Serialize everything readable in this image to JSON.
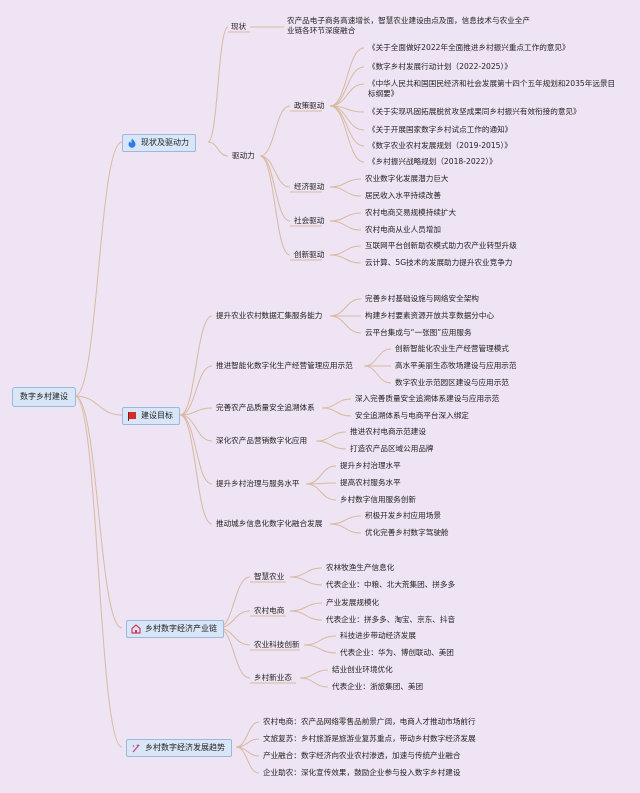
{
  "root": "数字乡村建设",
  "branches": [
    {
      "label": "现状及驱动力",
      "icon": "flame-icon",
      "children": [
        {
          "label": "现状",
          "children": [
            {
              "label": "农产品电子商务高速增长，智慧农业建设由点及面，信息技术与农业全产业链各环节深度融合"
            }
          ]
        },
        {
          "label": "驱动力",
          "children": [
            {
              "label": "政策驱动",
              "children": [
                "《关于全面做好2022年全面推进乡村振兴重点工作的意见》",
                "《数字乡村发展行动计划（2022-2025）》",
                "《中华人民共和国国民经济和社会发展第十四个五年规划和2035年远景目标纲要》",
                "《关于实现巩固拓展脱贫攻坚成果同乡村振兴有效衔接的意见》",
                "《关于开展国家数字乡村试点工作的通知》",
                "《数字农业农村发展规划（2019-2015）》",
                "《乡村振兴战略规划（2018-2022）》"
              ]
            },
            {
              "label": "经济驱动",
              "children": [
                "农业数字化发展潜力巨大",
                "居民收入水平持续改善"
              ]
            },
            {
              "label": "社会驱动",
              "children": [
                "农村电商交易规模持续扩大",
                "农村电商从业人员增加"
              ]
            },
            {
              "label": "创新驱动",
              "children": [
                "互联网平台创新助农模式助力农产业转型升级",
                "云计算、5G技术的发展助力提升农业竞争力"
              ]
            }
          ]
        }
      ]
    },
    {
      "label": "建设目标",
      "icon": "flag-icon",
      "children": [
        {
          "label": "提升农业农村数据汇集服务能力",
          "children": [
            "完善乡村基础设施与网络安全架构",
            "构建乡村要素资源开放共享数据分中心",
            "云平台集成与“一张图”应用服务"
          ]
        },
        {
          "label": "推进智能化数字化生产经营管理应用示范",
          "children": [
            "创新智能化农业生产经营管理模式",
            "高水平美丽生态牧场建设与应用示范",
            "数字农业示范园区建设与应用示范"
          ]
        },
        {
          "label": "完善农产品质量安全追溯体系",
          "children": [
            "深入完善质量安全追溯体系建设与应用示范",
            "安全追溯体系与电商平台深入绑定"
          ]
        },
        {
          "label": "深化农产品营销数字化应用",
          "children": [
            "推进农村电商示范建设",
            "打造农产品区域公用品牌"
          ]
        },
        {
          "label": "提升乡村治理与服务水平",
          "children": [
            "提升乡村治理水平",
            "提高农村服务水平",
            "乡村数字信用服务创新"
          ]
        },
        {
          "label": "推动城乡信息化数字化融合发展",
          "children": [
            "积极开发乡村应用场景",
            "优化完善乡村数字驾驶舱"
          ]
        }
      ]
    },
    {
      "label": "乡村数字经济产业链",
      "icon": "house-icon",
      "children": [
        {
          "label": "智慧农业",
          "children": [
            "农林牧渔生产信息化",
            "代表企业：中粮、北大荒集团、拼多多"
          ]
        },
        {
          "label": "农村电商",
          "children": [
            "产业发展规模化",
            "代表企业：拼多多、淘宝、京东、抖音"
          ]
        },
        {
          "label": "农业科技创新",
          "children": [
            "科技进步带动经济发展",
            "代表企业：华为、博创联动、美团"
          ]
        },
        {
          "label": "乡村新业态",
          "children": [
            "结业创业环境优化",
            "代表企业：浙旅集团、美团"
          ]
        }
      ]
    },
    {
      "label": "乡村数字经济发展趋势",
      "icon": "sparkle-icon",
      "children": [
        "农村电商：农产品网络零售品前景广阔，电商人才推动市场前行",
        "文旅复苏：乡村旅游是旅游业复苏重点，带动乡村数字经济发展",
        "产业融合：数字经济向农业农村渗透，加速与传统产业融合",
        "企业助农：深化宣传效果，鼓励企业参与投入数字乡村建设"
      ]
    }
  ],
  "colors": {
    "background": "#eee4f3",
    "node_fill": "#d8e6f7",
    "node_border": "#9bb8dd",
    "line": "#d9b9a0"
  }
}
